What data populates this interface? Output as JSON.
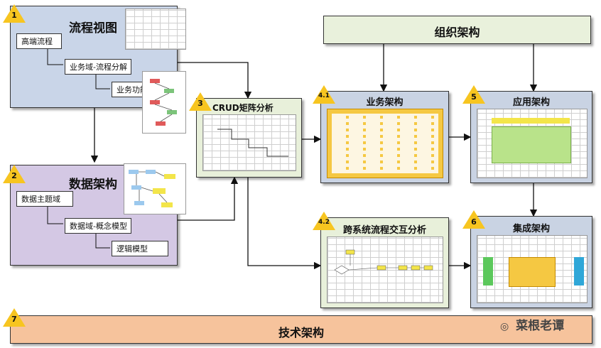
{
  "process_view": {
    "number": "1",
    "title": "流程视图",
    "items": [
      "高端流程",
      "业务域-流程分解",
      "业务功能-EPC"
    ]
  },
  "data_arch": {
    "number": "2",
    "title": "数据架构",
    "items": [
      "数据主题域",
      "数据域-概念模型",
      "逻辑模型"
    ]
  },
  "crud": {
    "number": "3",
    "title": "CRUD矩阵分析"
  },
  "org_arch": {
    "title": "组织架构"
  },
  "business_arch": {
    "number": "4.1",
    "title": "业务架构"
  },
  "cross_system": {
    "number": "4.2",
    "title": "跨系统流程交互分析"
  },
  "app_arch": {
    "number": "5",
    "title": "应用架构"
  },
  "integration_arch": {
    "number": "6",
    "title": "集成架构"
  },
  "tech_arch": {
    "number": "7",
    "title": "技术架构"
  },
  "watermark": {
    "text": "菜根老谭"
  },
  "colors": {
    "process_bg": "#c9d5e8",
    "data_bg": "#d4c8e4",
    "crud_bg": "#e8f0da",
    "org_bg": "#e9f1dc",
    "arch_bg": "#c9d3e3",
    "tech_bg": "#f6c39c",
    "badge": "#f7c520"
  }
}
